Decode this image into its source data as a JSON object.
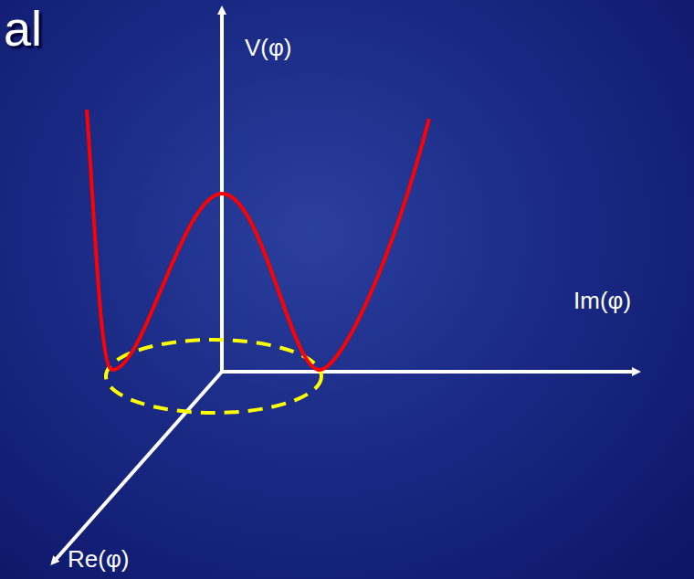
{
  "diagram": {
    "title": "al",
    "labels": [
      "V(φ)",
      "Im(φ)",
      "Re(φ)"
    ]
  }
}
